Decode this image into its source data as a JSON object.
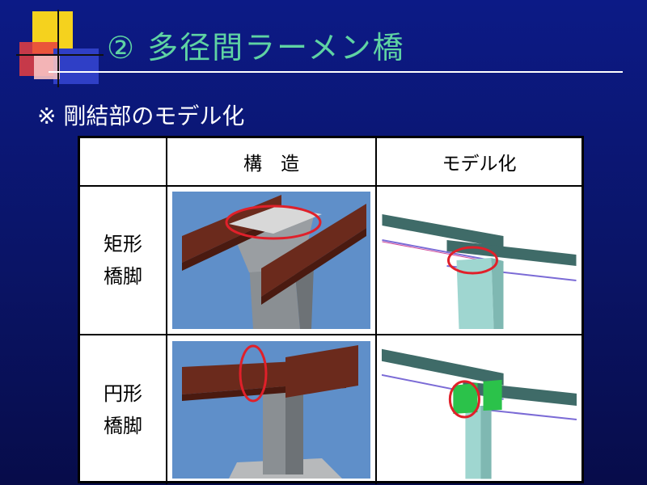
{
  "slide": {
    "title": "② 多径間ラーメン橋",
    "subtitle": "※ 剛結部のモデル化"
  },
  "table": {
    "headers": [
      "",
      "構　造",
      "モデル化"
    ],
    "rows": [
      {
        "label_line1": "矩形",
        "label_line2": "橋脚"
      },
      {
        "label_line1": "円形",
        "label_line2": "橋脚"
      }
    ]
  },
  "colors": {
    "background": "#0c1a86",
    "title": "#5fd3a3",
    "steel": "#6b2a1c",
    "model_girder": "#3f6b68",
    "model_pier": "#9fd6d0",
    "highlight": "#e0202a"
  }
}
